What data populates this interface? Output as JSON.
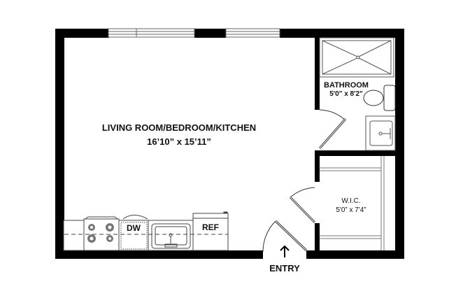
{
  "floorplan": {
    "rooms": [
      {
        "name": "LIVING ROOM/BEDROOM/KITCHEN",
        "dimensions": "16’10” x 15’11”"
      },
      {
        "name": "BATHROOM",
        "dimensions": "5'0\" x 8'2\""
      },
      {
        "name": "W.I.C.",
        "dimensions": "5'0” x 7'4”"
      }
    ],
    "appliances": {
      "dishwasher": "DW",
      "refrigerator": "REF"
    },
    "entry_label": "ENTRY",
    "colors": {
      "wall": "#000000",
      "fixture_line": "#555555",
      "burner": "#777777",
      "background": "#ffffff"
    }
  }
}
